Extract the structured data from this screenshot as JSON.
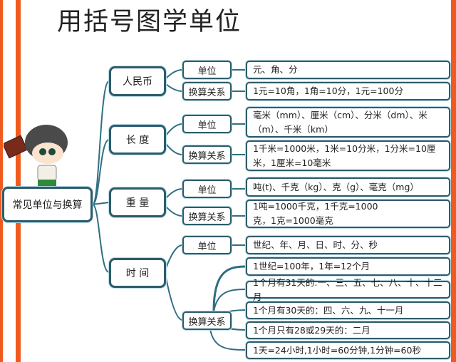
{
  "title": "用括号图学单位",
  "colors": {
    "accent_stripe": "#f05a1e",
    "line": "#2f6f82",
    "box_border": "#2d5c6c"
  },
  "root": "常见单位与换算",
  "groups": [
    {
      "label": "人民币",
      "unit_label": "单位",
      "conv_label": "换算关系",
      "units": "元、角、分",
      "conversions": [
        "1元=10角，1角=10分，1元=100分"
      ]
    },
    {
      "label": "长 度",
      "unit_label": "单位",
      "conv_label": "换算关系",
      "units": "毫米（mm）、厘米（cm）、分米（dm）、米（m）、千米（km）",
      "conversions": [
        "1千米=1000米，1米=10分米，1分米=10厘米，1厘米=10毫米"
      ]
    },
    {
      "label": "重 量",
      "unit_label": "单位",
      "conv_label": "换算关系",
      "units": "吨(t)、千克（kg）、克（g）、毫克（mg）",
      "conversions": [
        "1吨=1000千克，1千克=1000克，1克=1000毫克"
      ]
    },
    {
      "label": "时 间",
      "unit_label": "单位",
      "conv_label": "换算关系",
      "units": "世纪、年、月、日、时、分、秒",
      "conversions": [
        "1世纪=100年，1年=12个月",
        "1个月有31天的:一、三、五、七、八、十、十二月",
        "1个月有30天的：四、六、九、十一月",
        "1个月只有28或29天的：二月",
        "1天=24小时,1小时=60分钟,1分钟=60秒"
      ]
    }
  ]
}
